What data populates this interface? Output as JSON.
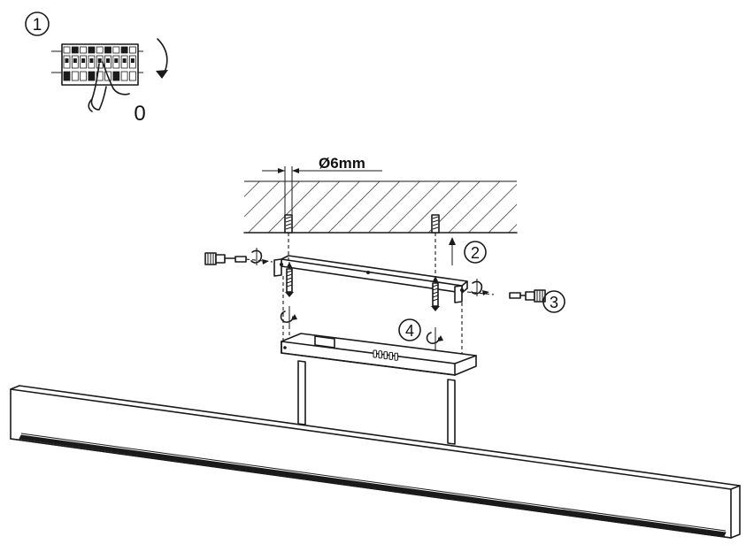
{
  "steps": {
    "step1": "1",
    "step2": "2",
    "step3": "3",
    "step4": "4"
  },
  "breaker": {
    "off_label": "0"
  },
  "drill": {
    "diameter_label": "Ø6mm"
  },
  "icons": {
    "circuit_breaker": "circuit-breaker-icon",
    "hand": "hand-pointer-icon",
    "rotate_arrow": "curved-arrow-icon",
    "screw": "screw-icon",
    "anchor": "wall-anchor-icon",
    "rotate_screwdriver": "rotate-icon"
  }
}
